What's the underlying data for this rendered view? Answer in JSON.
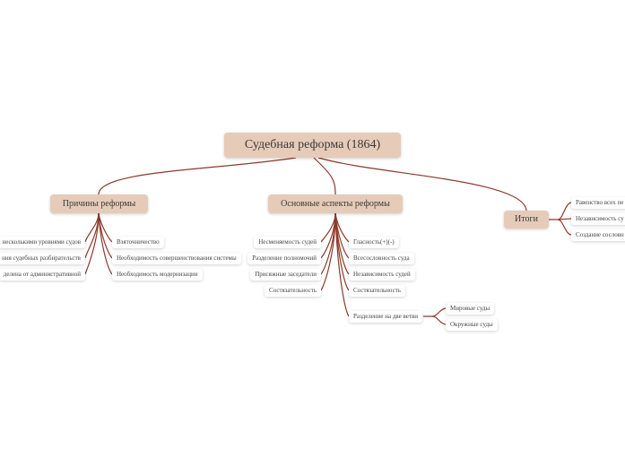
{
  "root": "Судебная реформа (1864)",
  "causes": {
    "label": "Причины реформы",
    "left": [
      "несколькими уровнями судов",
      "ния судебных разбирательств",
      "делена от административной"
    ],
    "right": [
      "Взяточничество",
      "Необходимость совершенствования системы",
      "Необходимость модернизации"
    ]
  },
  "aspects": {
    "label": "Основные аспекты реформы",
    "left": [
      "Несменяемость судей",
      "Разделение полномочий",
      "Присяжные заседатели",
      "Состязательность"
    ],
    "right": [
      "Гласность(+)(-)",
      "Всесословность суда",
      "Независимость судей",
      "Состязательность",
      "Разделение на две ветви"
    ],
    "branches": [
      "Мировые суды",
      "Окружные суды"
    ]
  },
  "results": {
    "label": "Итоги",
    "items": [
      "Равенство всех пе",
      "Независимость су",
      "Создание сословн"
    ]
  },
  "colors": {
    "line": "#8b3a2b",
    "node": "#e6cbb8"
  }
}
